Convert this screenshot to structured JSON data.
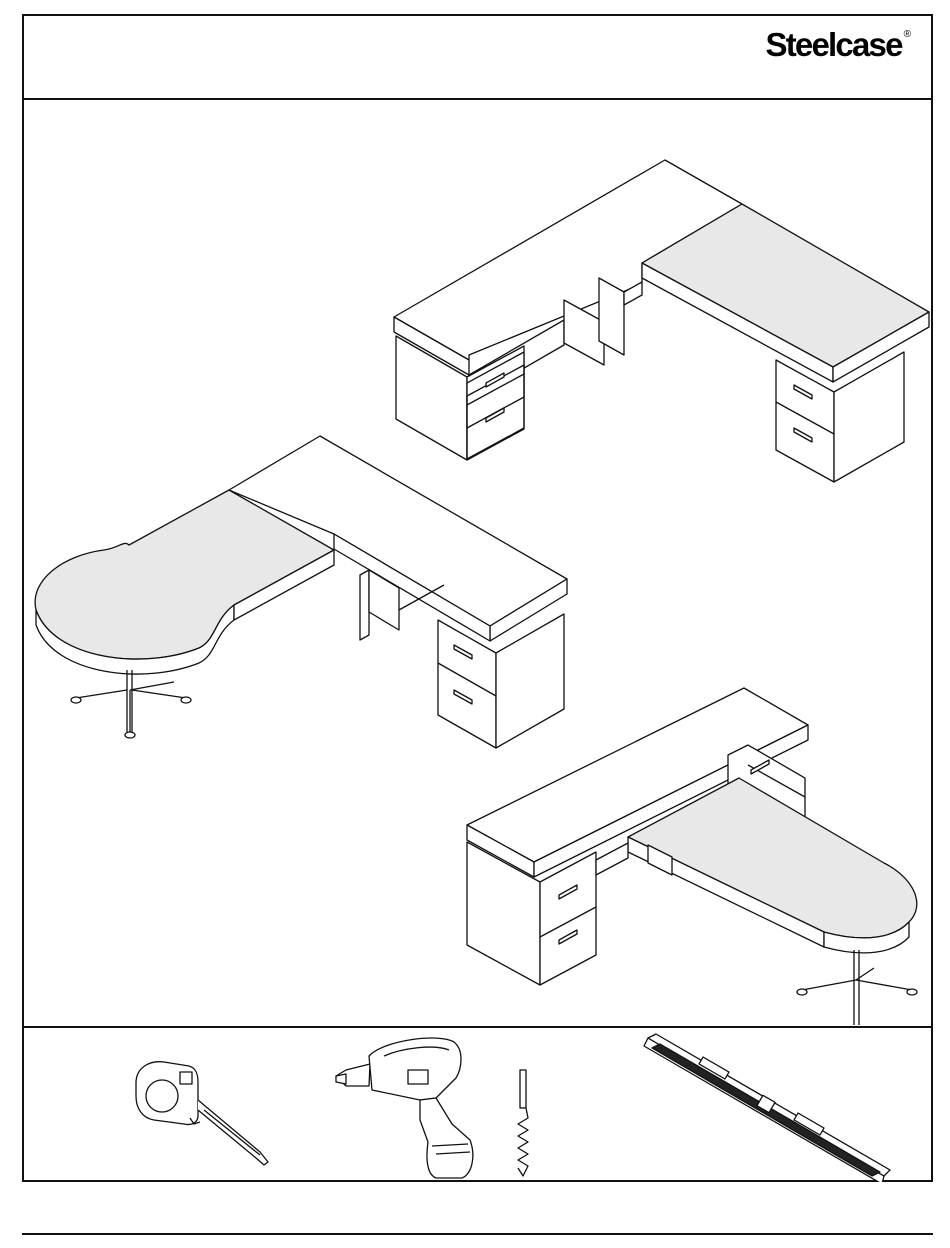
{
  "header": {
    "brand_name": "Steelcase",
    "registered_mark": "®"
  },
  "illustrations": {
    "desk_configurations": [
      "l-shaped-desk-with-return",
      "l-shaped-desk-with-peninsula-table",
      "t-shaped-desk-with-bullet-return"
    ]
  },
  "tools": [
    {
      "icon": "tape-measure-icon"
    },
    {
      "icon": "power-drill-icon"
    },
    {
      "icon": "drill-bit-icon"
    },
    {
      "icon": "spirit-level-icon"
    }
  ],
  "colors": {
    "line": "#111111",
    "worksurface_shade": "#e8e8e8",
    "background": "#ffffff"
  }
}
